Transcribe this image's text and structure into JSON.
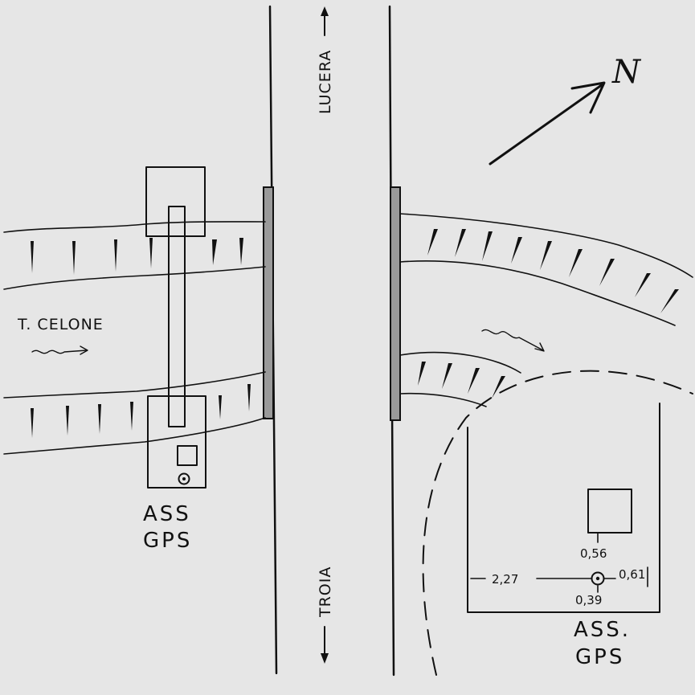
{
  "roads": {
    "north_destination": "LUCERA",
    "south_destination": "TROIA"
  },
  "river": {
    "name": "T. CELONE"
  },
  "north_label": "N",
  "station_left": {
    "line1": "ASS",
    "line2": "GPS"
  },
  "station_right": {
    "line1": "ASS.",
    "line2": "GPS",
    "offsets": {
      "north": "0,56",
      "west": "2,27",
      "east": "0,61",
      "south": "0,39"
    }
  }
}
